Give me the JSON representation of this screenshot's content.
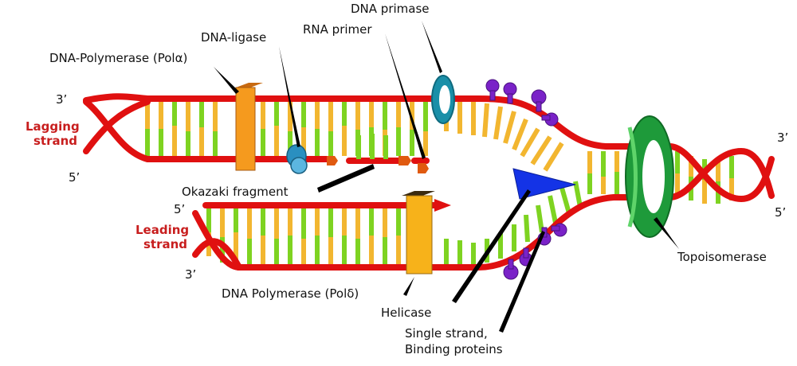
{
  "labels": {
    "dna_primase": "DNA primase",
    "dna_ligase": "DNA-ligase",
    "rna_primer": "RNA primer",
    "pol_alpha": "DNA-Polymerase (Polα)",
    "okazaki": "Okazaki fragment",
    "pol_delta": "DNA Polymerase (Polδ)",
    "helicase": "Helicase",
    "ssb_line1": "Single strand,",
    "ssb_line2": "Binding proteins",
    "topoisomerase": "Topoisomerase"
  },
  "strands": {
    "lagging_line1": "Lagging",
    "lagging_line2": "strand",
    "leading_line1": "Leading",
    "leading_line2": "strand"
  },
  "ends": {
    "lagging_top": "3’",
    "lagging_bottom": "5’",
    "leading_top": "5’",
    "leading_bottom": "3’",
    "right_top": "3’",
    "right_bottom": "5’"
  },
  "colors": {
    "backbone": "#e01010",
    "base_green": "#7ed321",
    "base_yellow": "#f2b630",
    "polymerase_alpha": "#f59a1e",
    "polymerase_delta": "#f7b21a",
    "primase": "#1a8fa8",
    "ligase": "#2a8fc0",
    "primer": "#e05a10",
    "helicase": "#1433e6",
    "ssb": "#7a22c8",
    "topoisomerase": "#1e9a3a"
  }
}
